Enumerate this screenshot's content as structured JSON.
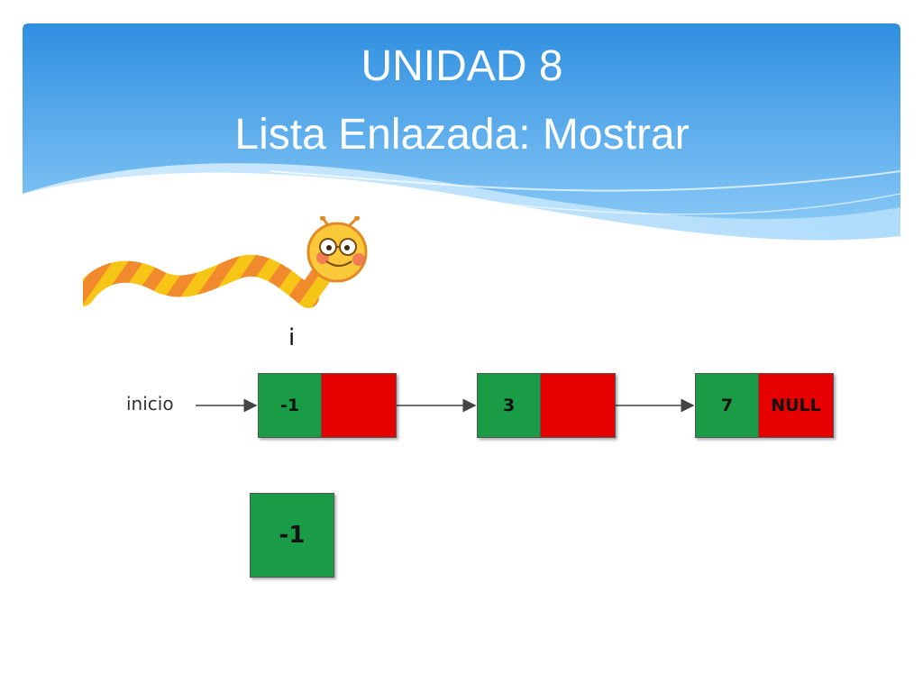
{
  "title": {
    "line1": "UNIDAD 8",
    "line2": "Lista Enlazada: Mostrar"
  },
  "illustration": {
    "name": "worm-icon"
  },
  "pointer": {
    "label": "i"
  },
  "list": {
    "head_label": "inicio",
    "nodes": [
      {
        "value": "-1",
        "next": ""
      },
      {
        "value": "3",
        "next": ""
      },
      {
        "value": "7",
        "next": "NULL"
      }
    ]
  },
  "output": {
    "value": "-1"
  },
  "colors": {
    "banner_top": "#2f8fe0",
    "banner_bottom": "#9fd3fa",
    "node_data": "#1a9b46",
    "node_next": "#e60000"
  }
}
